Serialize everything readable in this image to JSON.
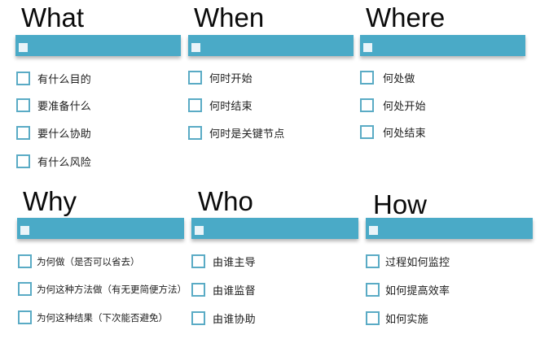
{
  "sections": [
    {
      "id": "what",
      "title": "What",
      "items": [
        "有什么目的",
        "要准备什么",
        "要什么协助",
        "有什么风险"
      ]
    },
    {
      "id": "when",
      "title": "When",
      "items": [
        "何时开始",
        "何时结束",
        "何时是关键节点"
      ]
    },
    {
      "id": "where",
      "title": "Where",
      "items": [
        "何处做",
        "何处开始",
        "何处结束"
      ]
    },
    {
      "id": "why",
      "title": "Why",
      "items": [
        "为何做（是否可以省去）",
        "为何这种方法做（有无更简便方法）",
        "为何这种结果（下次能否避免）"
      ]
    },
    {
      "id": "who",
      "title": "Who",
      "items": [
        "由谁主导",
        "由谁监督",
        "由谁协助"
      ]
    },
    {
      "id": "how",
      "title": "How",
      "items": [
        "过程如何监控",
        "如何提高效率",
        "如何实施"
      ]
    }
  ],
  "colors": {
    "bar": "#4aaac7",
    "checkbox_border": "#5aabc5",
    "bar_square": "#e9f4f9"
  }
}
